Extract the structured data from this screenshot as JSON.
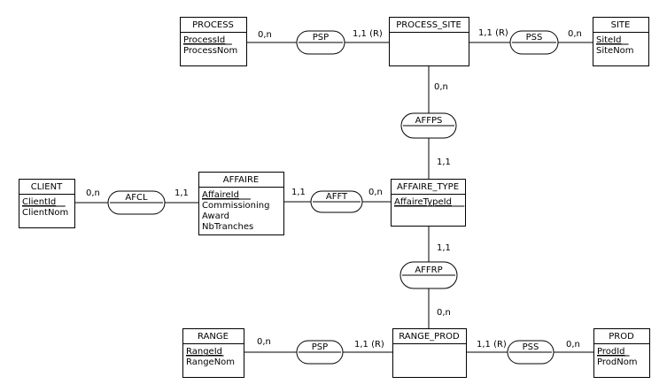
{
  "entities": [
    {
      "id": "process",
      "name": "PROCESS",
      "attributes": [
        {
          "name": "ProcessId",
          "key": true
        },
        {
          "name": "ProcessNom",
          "key": false
        }
      ]
    },
    {
      "id": "process-site",
      "name": "PROCESS_SITE",
      "attributes": []
    },
    {
      "id": "site",
      "name": "SITE",
      "attributes": [
        {
          "name": "SiteId",
          "key": true
        },
        {
          "name": "SiteNom",
          "key": false
        }
      ]
    },
    {
      "id": "client",
      "name": "CLIENT",
      "attributes": [
        {
          "name": "ClientId",
          "key": true
        },
        {
          "name": "ClientNom",
          "key": false
        }
      ]
    },
    {
      "id": "affaire",
      "name": "AFFAIRE",
      "attributes": [
        {
          "name": "AffaireId",
          "key": true
        },
        {
          "name": "Commissioning",
          "key": false
        },
        {
          "name": "Award",
          "key": false
        },
        {
          "name": "NbTranches",
          "key": false
        }
      ]
    },
    {
      "id": "affaire-type",
      "name": "AFFAIRE_TYPE",
      "attributes": [
        {
          "name": "AffaireTypeId",
          "key": true
        }
      ]
    },
    {
      "id": "range",
      "name": "RANGE",
      "attributes": [
        {
          "name": "RangeId",
          "key": true
        },
        {
          "name": "RangeNom",
          "key": false
        }
      ]
    },
    {
      "id": "range-prod",
      "name": "RANGE_PROD",
      "attributes": []
    },
    {
      "id": "prod",
      "name": "PROD",
      "attributes": [
        {
          "name": "ProdId",
          "key": true
        },
        {
          "name": "ProdNom",
          "key": false
        }
      ]
    }
  ],
  "relationships": [
    {
      "id": "psp-top",
      "name": "PSP"
    },
    {
      "id": "pss-top",
      "name": "PSS"
    },
    {
      "id": "affps",
      "name": "AFFPS"
    },
    {
      "id": "afcl",
      "name": "AFCL"
    },
    {
      "id": "afft",
      "name": "AFFT"
    },
    {
      "id": "affrp",
      "name": "AFFRP"
    },
    {
      "id": "psp-bottom",
      "name": "PSP"
    },
    {
      "id": "pss-bottom",
      "name": "PSS"
    }
  ],
  "cardinalities": [
    {
      "id": "process-psp",
      "text": "0,n"
    },
    {
      "id": "psp-processsite",
      "text": "1,1 (R)"
    },
    {
      "id": "processsite-pss",
      "text": "1,1 (R)"
    },
    {
      "id": "pss-site",
      "text": "0,n"
    },
    {
      "id": "processsite-affps",
      "text": "0,n"
    },
    {
      "id": "affps-affairetype",
      "text": "1,1"
    },
    {
      "id": "client-afcl",
      "text": "0,n"
    },
    {
      "id": "afcl-affaire",
      "text": "1,1"
    },
    {
      "id": "affaire-afft",
      "text": "1,1"
    },
    {
      "id": "afft-affairetype",
      "text": "0,n"
    },
    {
      "id": "affairetype-affrp",
      "text": "1,1"
    },
    {
      "id": "affrp-rangeprod",
      "text": "0,n"
    },
    {
      "id": "range-psp",
      "text": "0,n"
    },
    {
      "id": "psp-rangeprod",
      "text": "1,1 (R)"
    },
    {
      "id": "rangeprod-pss",
      "text": "1,1 (R)"
    },
    {
      "id": "pss-prod",
      "text": "0,n"
    }
  ]
}
